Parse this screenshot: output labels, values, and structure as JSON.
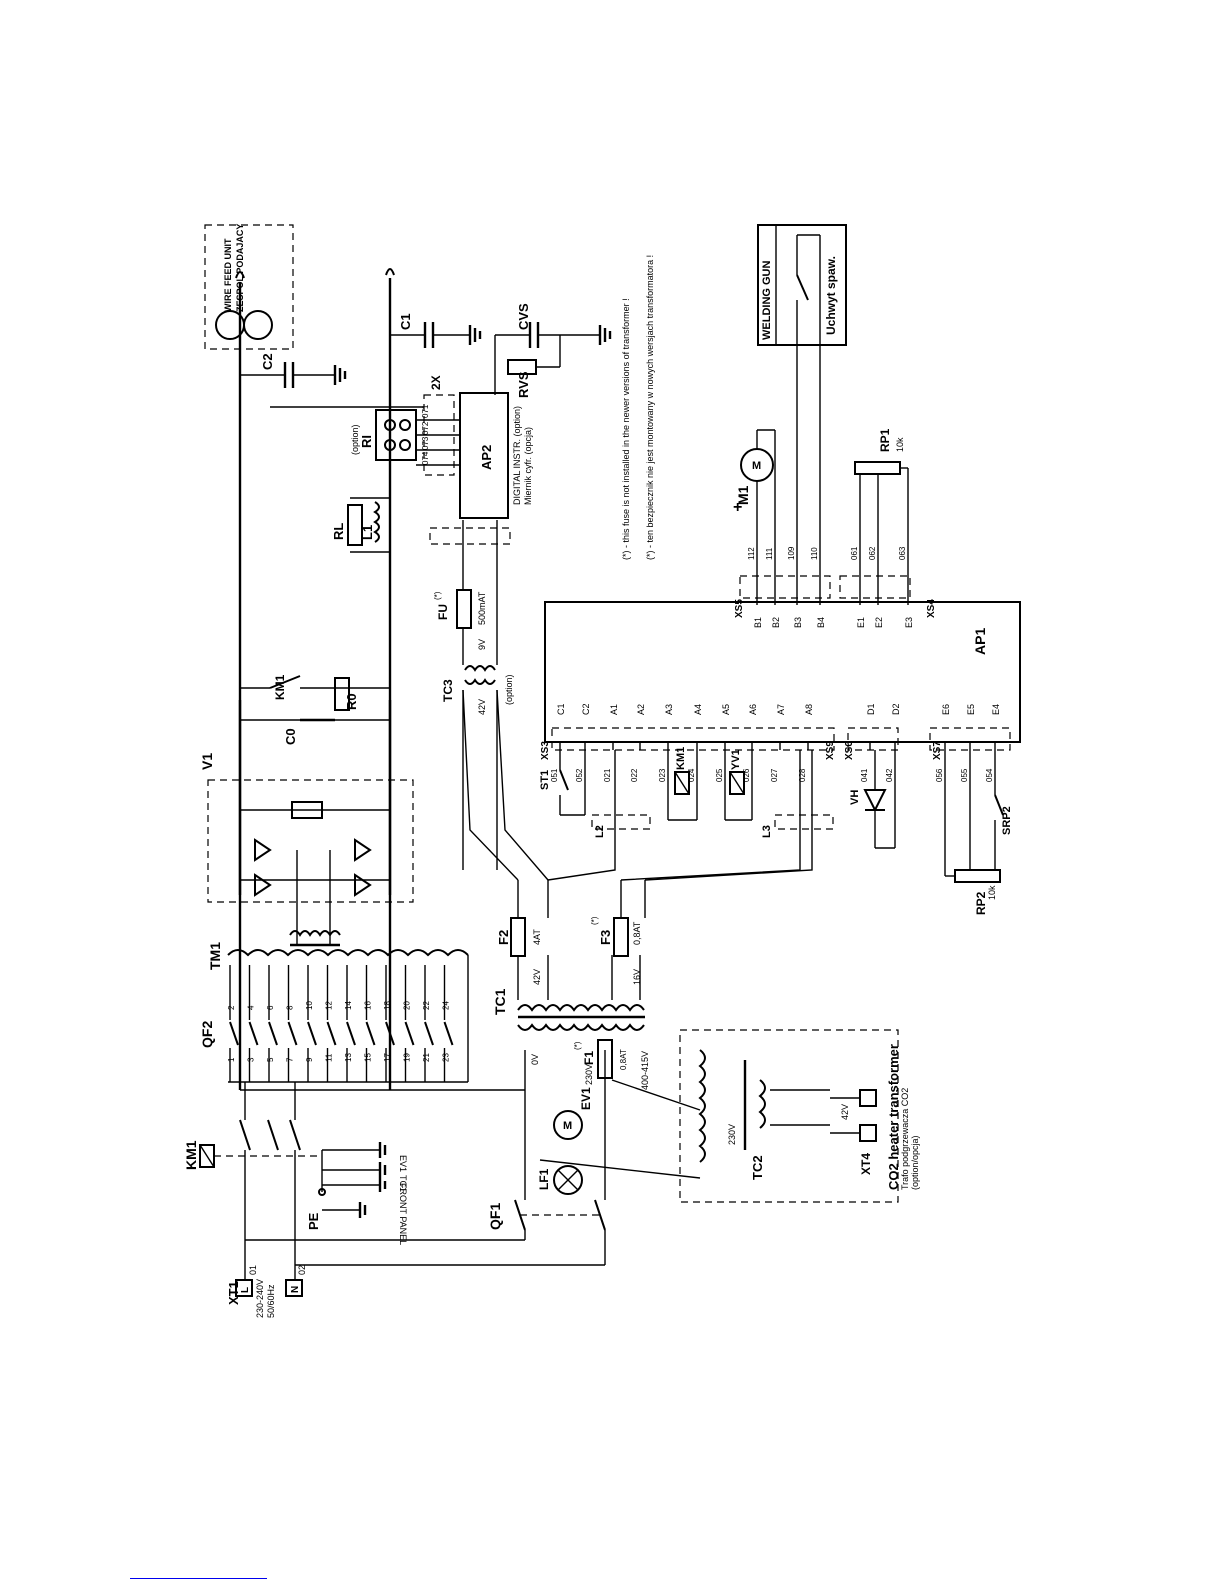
{
  "labels": {
    "XT1": "XT1",
    "L": "L",
    "N": "N",
    "line01": "01",
    "line02": "02",
    "supply1": "230-240V",
    "supply2": "50/60Hz",
    "KM1": "KM1",
    "QF1": "QF1",
    "QF2": "QF2",
    "PE": "PE",
    "TM1": "TM1",
    "V1": "V1",
    "C0": "C0",
    "R0": "R0",
    "RL": "RL",
    "L1": "L1",
    "C1": "C1",
    "C2": "C2",
    "CVS": "CVS",
    "RVS": "RVS",
    "RI": "RI",
    "option": "(option)",
    "twoX": "2X",
    "AP2": "AP2",
    "AP2_text1": "DIGITAL INSTR. (option)",
    "AP2_text2": "Miernik cyfr. (opcja)",
    "AP1": "AP1",
    "TC1": "TC1",
    "TC2": "TC2",
    "TC3": "TC3",
    "F1": "F1",
    "F2": "F2",
    "F3": "F3",
    "FU": "FU",
    "star": "(*)",
    "EV1": "EV1",
    "LF1": "LF1",
    "M1": "M1",
    "M": "M",
    "ST1": "ST1",
    "YV1": "YV1",
    "VH": "VH",
    "SRP2": "SRP2",
    "RP1": "RP1",
    "RP2": "RP2",
    "XS3": "XS3",
    "XS4": "XS4",
    "XS5": "XS5",
    "XS6": "XS6",
    "XS7": "XS7",
    "XS9": "XS9",
    "XT4": "XT4",
    "L2": "L2",
    "L3": "L3",
    "wire_feed1": "WIRE FEED UNIT",
    "wire_feed2": "ZESPOL PODAJACY",
    "welding_gun": "WELDING GUN",
    "uchwyt": "Uchwyt spaw.",
    "note_en": "(*) - this fuse is not installed in the newer versions of transformer !",
    "note_pl": "(*) - ten bezpiecznik nie jest montowany w nowych wersjach transformatora !",
    "co2_1": "CO2 heater transformer",
    "co2_2": "Trafo podgrzewacza CO2",
    "co2_3": "(option/opcja)",
    "front_panel": "FRONT PANEL",
    "ev1_gnd": "EV1",
    "tc1_gnd": "TC1",
    "f2_rating": "4AT",
    "f3_rating": "0,8AT",
    "f1_rating": "0,8AT",
    "fu_rating": "500mAT",
    "v42": "42V",
    "v16": "16V",
    "v230": "230V",
    "v400": "400-415V",
    "v0": "0V",
    "v9": "9V",
    "pot10k": "10k",
    "ap1_pins": [
      "C1",
      "C2",
      "A1",
      "A2",
      "A3",
      "A4",
      "A5",
      "A6",
      "A7",
      "A8",
      "D1",
      "D2",
      "E6",
      "E5",
      "E4"
    ],
    "ap1_pins_top": [
      "B1",
      "B2",
      "B3",
      "B4",
      "E1",
      "E2",
      "E3"
    ],
    "ap1_wires": [
      "051",
      "052",
      "021",
      "022",
      "023",
      "024",
      "025",
      "026",
      "027",
      "028",
      "041",
      "042",
      "056",
      "055",
      "054"
    ],
    "ap1_wires_top": [
      "112",
      "111",
      "109",
      "110",
      "061",
      "062",
      "063"
    ],
    "qf2_top": [
      "2",
      "4",
      "6",
      "8",
      "10",
      "12",
      "14",
      "16",
      "18",
      "20",
      "22",
      "24"
    ],
    "qf2_bot": [
      "1",
      "3",
      "5",
      "7",
      "9",
      "11",
      "13",
      "15",
      "17",
      "19",
      "21",
      "23"
    ]
  }
}
